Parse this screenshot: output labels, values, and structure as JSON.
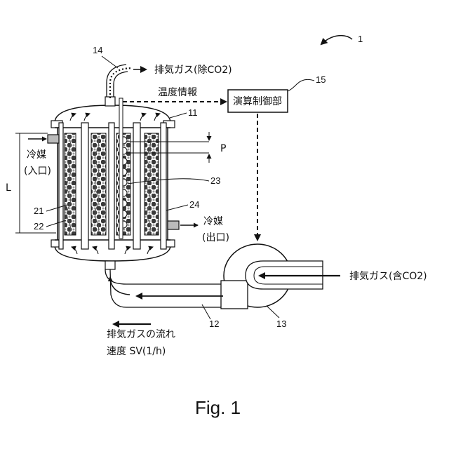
{
  "figure": {
    "caption": "Fig. 1",
    "refs": {
      "system": "1",
      "reactor": "11",
      "pipe": "12",
      "blower": "13",
      "outlet": "14",
      "controller": "15",
      "coolant_tube": "21",
      "packed_bed": "22",
      "catalyst_particles": "23",
      "shell": "24"
    },
    "labels": {
      "exhaust_out": "排気ガス(除CO2)",
      "temp_info": "温度情報",
      "controller_box": "演算制御部",
      "coolant_in_1": "冷媒",
      "coolant_in_2": "(入口)",
      "coolant_out_1": "冷媒",
      "coolant_out_2": "(出口)",
      "length": "L",
      "pitch": "P",
      "exhaust_in": "排気ガス(含CO2)",
      "flow_speed_1": "排気ガスの流れ",
      "flow_speed_2": "速度  SV(1/h)"
    }
  }
}
